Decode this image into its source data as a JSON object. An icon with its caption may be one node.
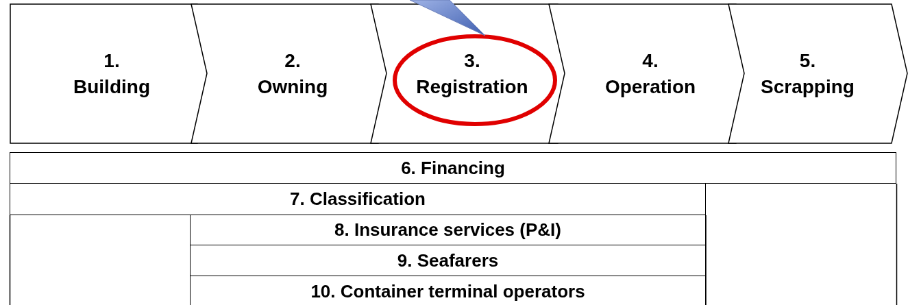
{
  "diagram": {
    "nodes": [
      {
        "text": [
          "1. Building"
        ]
      },
      {
        "text": [
          "2. Owning"
        ]
      },
      {
        "text": [
          "3. Registration"
        ]
      },
      {
        "text": [
          "4. Operation"
        ]
      },
      {
        "text": [
          "5. Scrapping"
        ]
      },
      {
        "text": [
          "6. Financing"
        ]
      },
      {
        "text": [
          "7. Classification"
        ]
      },
      {
        "text": [
          "8. Insurance services (P&I)"
        ]
      },
      {
        "text": [
          "9. Seafarers"
        ]
      },
      {
        "text": [
          "10. Container terminal operators"
        ]
      }
    ]
  }
}
